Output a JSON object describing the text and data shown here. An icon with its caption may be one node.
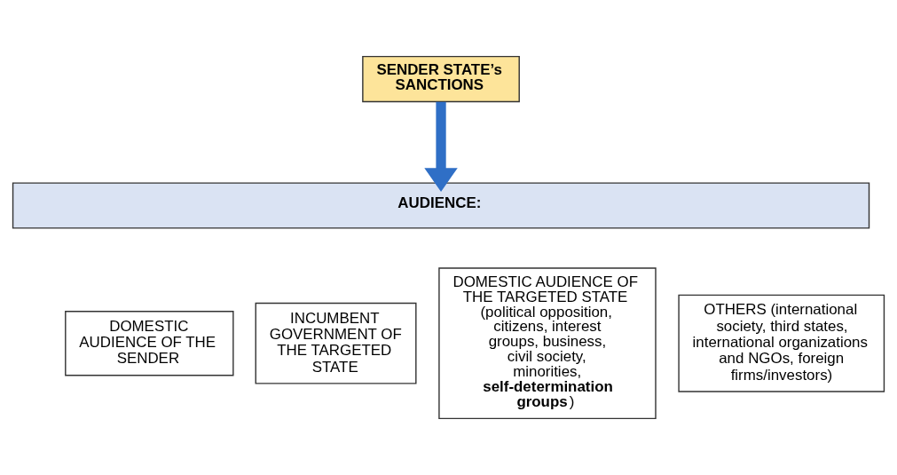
{
  "diagram": {
    "nodes": [
      {
        "text": [
          "SENDER STATE’s SANCTIONS"
        ]
      },
      {
        "text": [
          "AUDIENCE:"
        ]
      },
      {
        "text": [
          "DOMESTIC AUDIENCE OF THE SENDER"
        ]
      },
      {
        "text": [
          "INCUMBENT GOVERNMENT OF THE TARGETED STATE"
        ]
      },
      {
        "text": [
          "DOMESTIC AUDIENCE OF THE TARGETED STATE (political opposition, citizens, interest groups, business, civil society, minorities, **self-determination groups**)"
        ]
      },
      {
        "text": [
          "OTHERS (international society, third states, international organizations and NGOs, foreign firms/investors)"
        ]
      }
    ],
    "edges": [
      {
        "from": 0,
        "to": 1,
        "arrow": "to",
        "color": "#2f6fc6"
      }
    ]
  }
}
